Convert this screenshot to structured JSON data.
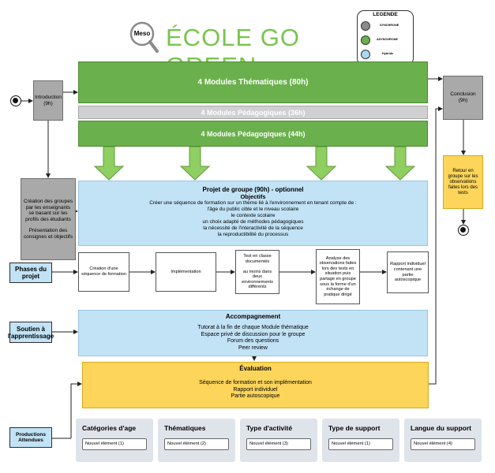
{
  "header": {
    "logo_text": "Meso",
    "title": "ÉCOLE GO GREEN"
  },
  "legend": {
    "title": "LEGENDE",
    "items": [
      {
        "label": "SYNCHRONE",
        "color": "#8c8c8c"
      },
      {
        "label": "ASYNCHRONE",
        "color": "#6ab04c"
      },
      {
        "label": "Hybride",
        "color": "#a6d8f4"
      }
    ]
  },
  "modules": {
    "thematiques": "4 Modules Thématiques  (80h)",
    "pedagogiques_sync": "4 Modules Pédagogiques  (36h)",
    "pedagogiques_async": "4 Modules Pédagogiques (44h)"
  },
  "introduction": {
    "label": "Introduction",
    "hours": "(9h)"
  },
  "conclusion": {
    "label": "Conclusion",
    "hours": "(9h)"
  },
  "creation_box": {
    "line1": "Création des groupes par les enseignants se basant sur les profils des étudiants",
    "line2": "Présentation des consignes et objectifs"
  },
  "retour_box": "Retour en groupe sur les observations faites lors des tests",
  "projet": {
    "title": "Projet de groupe (90h) - optionnel",
    "subtitle": "Objectifs",
    "lines": [
      "Créer une séquence de formation sur un thème lié à l'environnement en tenant compte de :",
      "l'âge du public cible et le niveau scolaire",
      "le contexte scolaire",
      "un choix adapté de méthodes pédagogiques",
      "la nécessité de l'interactivité de la séquence",
      "la reproductibilité du processus"
    ]
  },
  "phases": {
    "label": "Phases du projet",
    "steps": [
      "Création d'une séquence de formation",
      "Implémentation",
      "Test en classe documentés\n\nau moins dans deux environnements différents",
      "Analyse des observations faites lors des tests en situation puis partage en groupe sous la forme d'un échange de pratique dirigé",
      "Rapport individuel contenant une partie autoscopique"
    ]
  },
  "soutien": {
    "label": "Soutien à l'apprentissage",
    "title": "Accompagnement",
    "lines": [
      "Tutorat à la fin de chaque Module thématique",
      "Espace privé de discussion pour le groupe",
      "Forum des questions",
      "Peer review"
    ]
  },
  "evaluation": {
    "title": "Évaluation",
    "lines": [
      "Séquence de formation et son implémentation",
      "Rapport individuel",
      "Partie autoscopique"
    ]
  },
  "productions": {
    "label": "Productions Attendues",
    "cards": [
      {
        "title": "Catégories d'age",
        "value": "Nouvel élément (1)"
      },
      {
        "title": "Thématiques",
        "value": "Nouvel élément (2)"
      },
      {
        "title": "Type d'activité",
        "value": "Nouvel élément (3)"
      },
      {
        "title": "Type de support",
        "value": "Nouvel élément (1)"
      },
      {
        "title": "Langue du support",
        "value": "Nouvel élément (4)"
      }
    ]
  }
}
